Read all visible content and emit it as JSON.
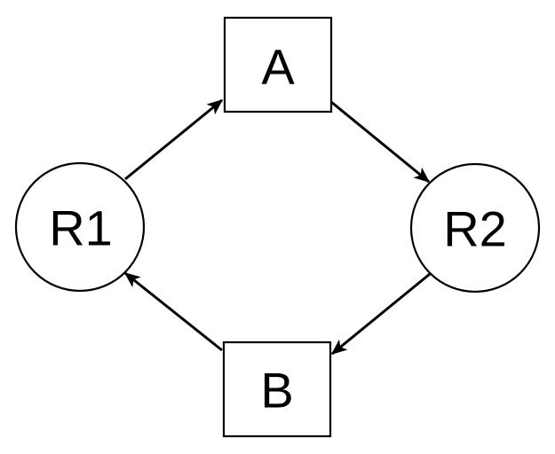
{
  "diagram": {
    "nodes": {
      "a": {
        "label": "A",
        "shape": "rectangle"
      },
      "b": {
        "label": "B",
        "shape": "rectangle"
      },
      "r1": {
        "label": "R1",
        "shape": "circle"
      },
      "r2": {
        "label": "R2",
        "shape": "circle"
      }
    },
    "edges": [
      {
        "from": "R1",
        "to": "A"
      },
      {
        "from": "A",
        "to": "R2"
      },
      {
        "from": "R2",
        "to": "B"
      },
      {
        "from": "B",
        "to": "R1"
      }
    ],
    "colors": {
      "stroke": "#000000",
      "fill": "#ffffff"
    }
  }
}
